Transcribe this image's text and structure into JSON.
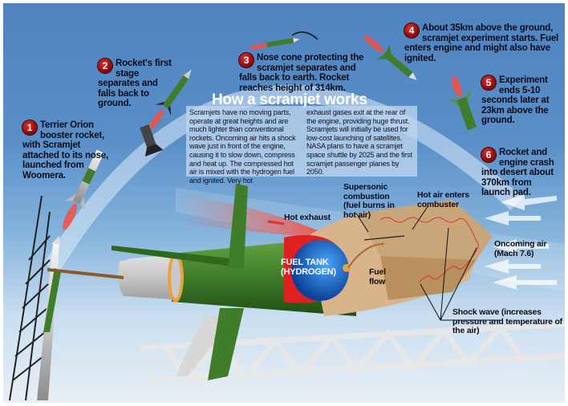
{
  "title": "How a scramjet works",
  "steps": [
    {
      "number": "1",
      "text": "Terrier Orion booster rocket, with Scramjet attached to its nose, launched from Woomera."
    },
    {
      "number": "2",
      "text": "Rocket's first stage separates and falls back to ground."
    },
    {
      "number": "3",
      "text": "Nose cone protecting the scramjet separates and falls back to earth. Rocket reaches height of 314km."
    },
    {
      "number": "4",
      "text": "About 35km above the ground, scramjet experiment starts. Fuel enters engine and might also have ignited."
    },
    {
      "number": "5",
      "text": "Experiment ends 5-10 seconds later at 23km above the ground."
    },
    {
      "number": "6",
      "text": "Rocket and engine crash into desert about 370km from launch pad."
    }
  ],
  "info": {
    "col1": "Scramjets have no moving parts, operate at great heights and are much lighter than conventional rockets. Oncoming air hits a shock wave just in front of the engine, causing it to slow down, compress and heat up. The compressed hot air is mixed with the hydrogen fuel and ignited. Very hot",
    "col2": "exhaust gases exit at the rear of the engine, providing huge thrust. Scramjets will initially be used for low-cost launching of satellites. NASA plans to have a scramjet space shuttle by 2025 and the first scramjet passenger planes by 2050."
  },
  "labels": {
    "hot_exhaust": "Hot exhaust",
    "supersonic": "Supersonic combustion (fuel burns in hot air)",
    "hot_air": "Hot air enters combuster",
    "oncoming_air": "Oncoming air (Mach 7.6)",
    "fuel_tank": "FUEL TANK (HYDROGEN)",
    "fuel_flow": "Fuel flow",
    "shock_wave": "Shock wave (increases pressure and temperature of the air)"
  },
  "colors": {
    "sky": "#5a8fc8",
    "badge": "#9a0c0c",
    "rocket_green": "#3f7d2a",
    "fuel_tank_blue": "#1f5fc0",
    "engine_tan": "#c9a57a"
  }
}
